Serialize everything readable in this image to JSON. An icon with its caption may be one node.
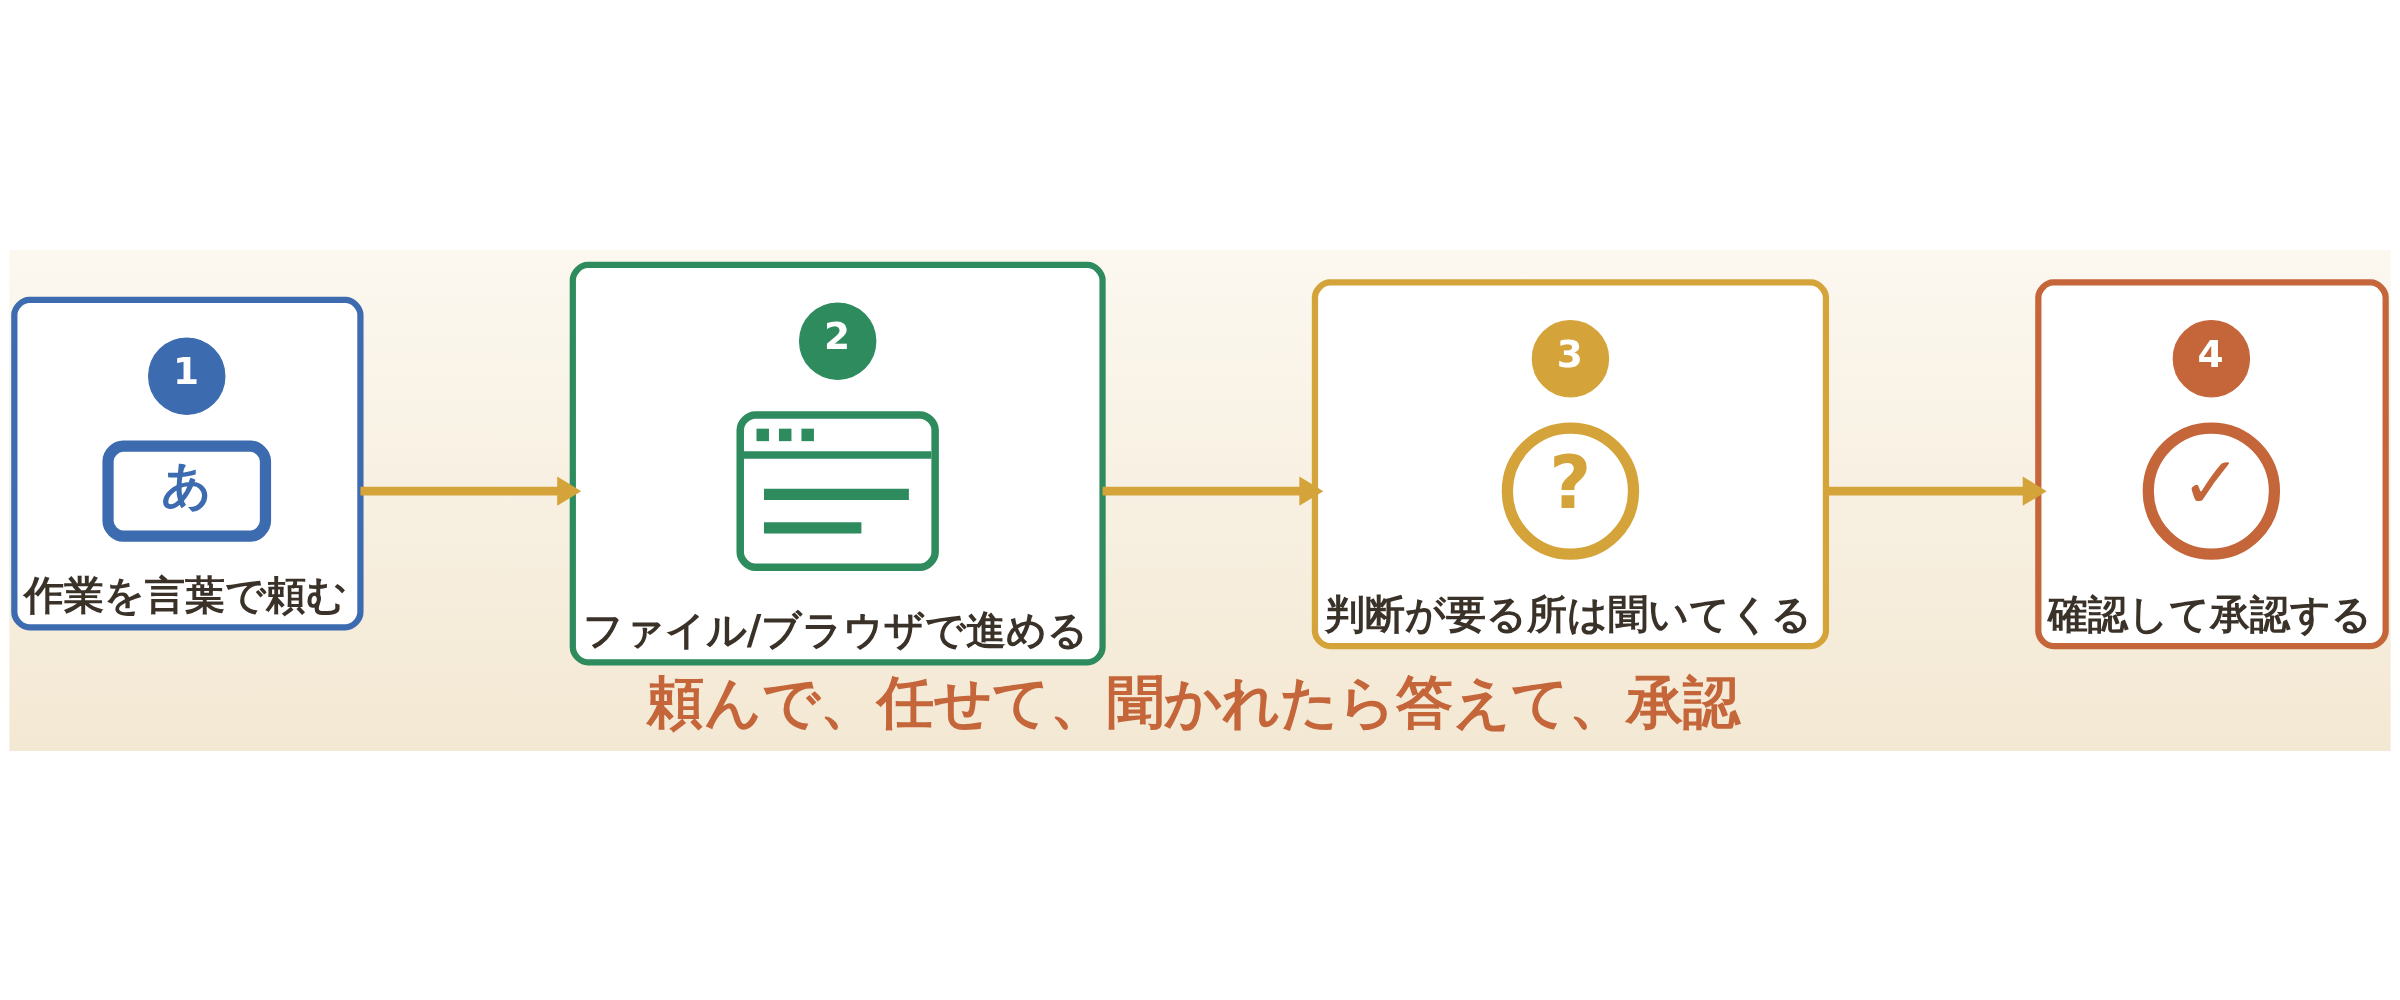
{
  "diagram": {
    "caption": "頼んで、任せて、聞かれたら答えて、承認",
    "nodes": [
      {
        "text": [
          "作業を言葉で頼む"
        ]
      },
      {
        "text": [
          "1"
        ],
        "in": 0
      },
      {
        "text": [
          "あ"
        ],
        "in": 0
      },
      {
        "text": [
          "ファイル/ブラウザで進める"
        ]
      },
      {
        "text": [
          "2"
        ],
        "in": 3
      },
      {
        "text": [],
        "shape": "picture",
        "in": 3
      },
      {
        "text": [
          "判断が要る所は聞いてくる"
        ]
      },
      {
        "text": [
          "3"
        ],
        "in": 6
      },
      {
        "text": [
          "?"
        ],
        "in": 6
      },
      {
        "text": [
          "確認して承認する"
        ]
      },
      {
        "text": [
          "4"
        ],
        "in": 9
      },
      {
        "text": [
          "✓"
        ],
        "in": 9
      }
    ],
    "edges": [
      {
        "from": 0,
        "to": 3,
        "arrow": "to"
      },
      {
        "from": 3,
        "to": 6,
        "arrow": "to"
      },
      {
        "from": 6,
        "to": 9,
        "arrow": "to"
      }
    ]
  }
}
